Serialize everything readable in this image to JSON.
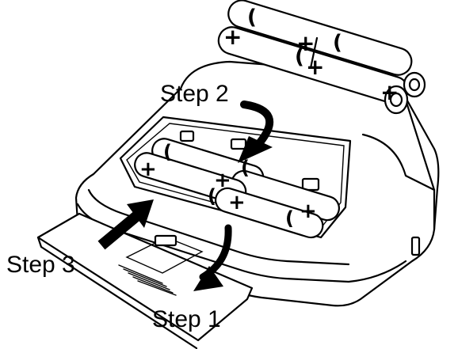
{
  "steps": {
    "step1": "Step 1",
    "step2": "Step 2",
    "step3": "Step 3"
  },
  "battery_marks": {
    "plus": "+",
    "minus": "("
  },
  "icons": {
    "arrow_step1": "curved-arrow-down-left-icon",
    "arrow_step2": "curved-arrow-down-icon",
    "arrow_step3": "straight-arrow-up-right-icon"
  },
  "colors": {
    "ink": "#000000",
    "paper": "#ffffff"
  }
}
